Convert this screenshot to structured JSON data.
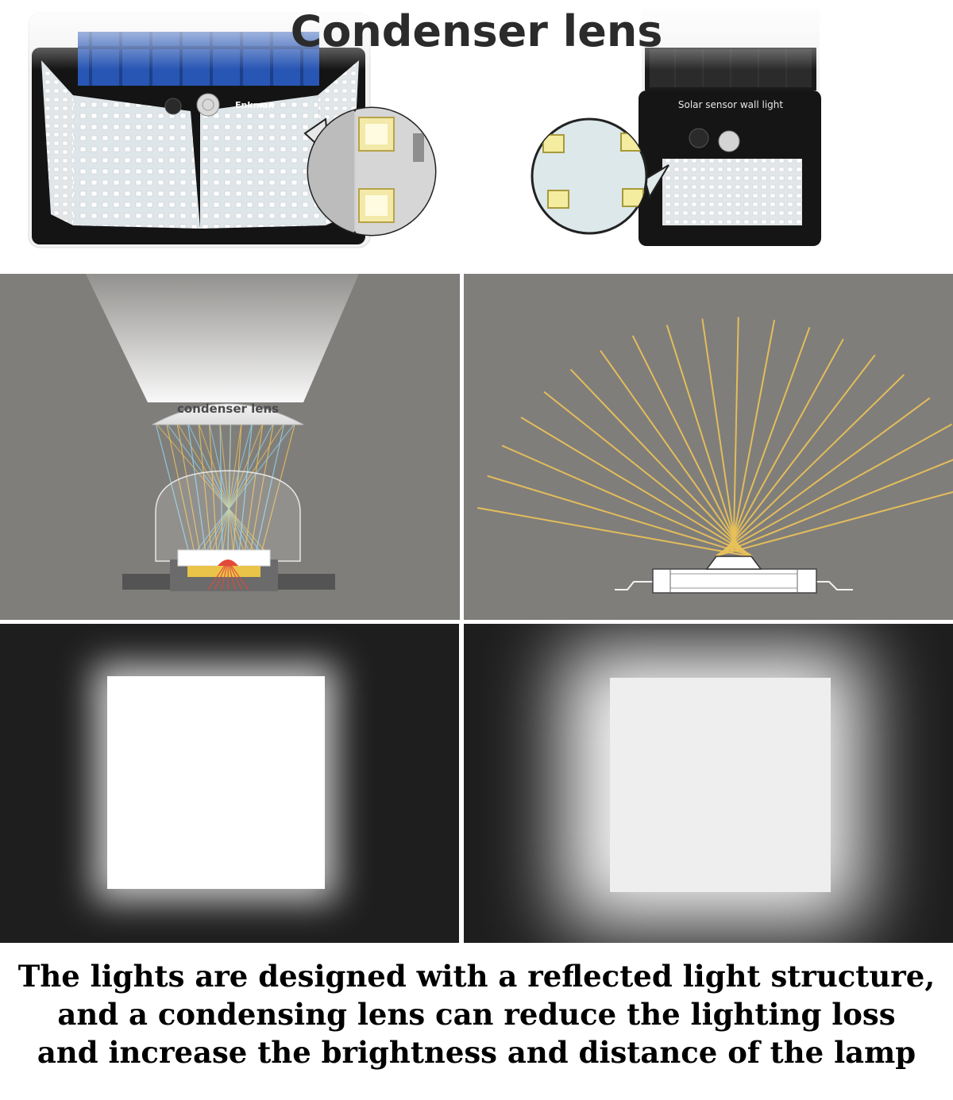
{
  "title": "Condenser lens",
  "left_product": {
    "brand": "Enkman"
  },
  "right_product": {
    "label": "Solar sensor wall light"
  },
  "diagram_left": {
    "lens_label": "condenser lens"
  },
  "caption": {
    "lines": [
      "The lights are designed with a reflected light structure,",
      "and a condensing lens can reduce the lighting loss",
      "and increase the brightness and distance of the lamp"
    ]
  },
  "colors": {
    "panel_gray": "#807e7b",
    "panel_dark": "#1e1e1e",
    "ray_yellow": "#e8c15a",
    "ray_blue": "#8fd3ea"
  }
}
